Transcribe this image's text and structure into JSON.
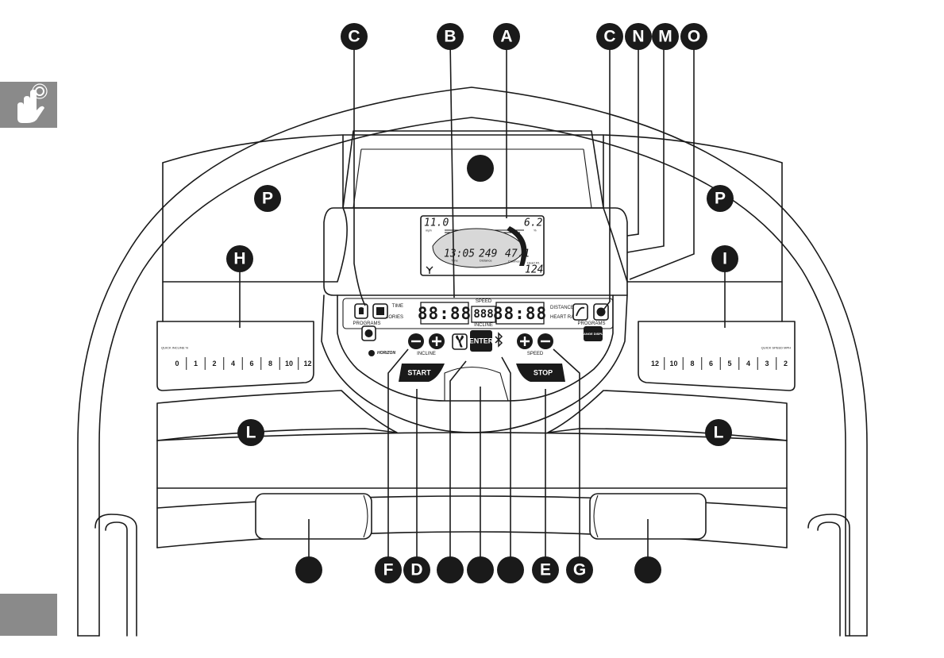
{
  "side_tabs": {
    "top_icon": "touch-hand-icon",
    "color": "#8a8a8a"
  },
  "callouts": {
    "top": [
      "C",
      "B",
      "A",
      "C",
      "N",
      "M",
      "O"
    ],
    "console_p_left": "P",
    "console_p_right": "P",
    "left_key_row": "H",
    "right_key_row": "I",
    "lower_left": "L",
    "lower_right": "L",
    "bottom": [
      "",
      "F",
      "D",
      "",
      "",
      "",
      "E",
      "G",
      ""
    ]
  },
  "console": {
    "brand": "HORIZON",
    "buttons": {
      "start": "START",
      "stop": "STOP",
      "enter": "ENTER",
      "change_display": "CHANGE DISPLAY"
    },
    "labels": {
      "time": "TIME",
      "calories": "CALORIES",
      "speed": "SPEED",
      "incline": "INCLINE",
      "distance": "DISTANCE",
      "heart_rate": "HEART RATE",
      "programs_left": "PROGRAMS",
      "programs_right": "PROGRAMS",
      "incline_key": "INCLINE",
      "speed_key": "SPEED"
    },
    "segment_displays": {
      "left": "88:88",
      "center": "888",
      "right": "88:88"
    },
    "lcd": {
      "top_left_value": "11.0",
      "top_left_unit": "mph",
      "top_right_value": "6.2",
      "top_right_unit": "%",
      "bottom_left_value": "13:05",
      "bottom_left_unit": "Time",
      "bottom_mid_value": "249",
      "bottom_mid_unit": "Distance",
      "bottom_right_value": "47.1",
      "bottom_right_unit": "Calories",
      "hr_value": "124",
      "hr_unit": "Heart Rt."
    },
    "quick_incline_label": "QUICK INCLINE %",
    "quick_incline_keys": [
      "0",
      "1",
      "2",
      "4",
      "6",
      "8",
      "10",
      "12"
    ],
    "quick_speed_label": "QUICK SPEED MPH",
    "quick_speed_keys": [
      "12",
      "10",
      "8",
      "6",
      "5",
      "4",
      "3",
      "2"
    ]
  }
}
